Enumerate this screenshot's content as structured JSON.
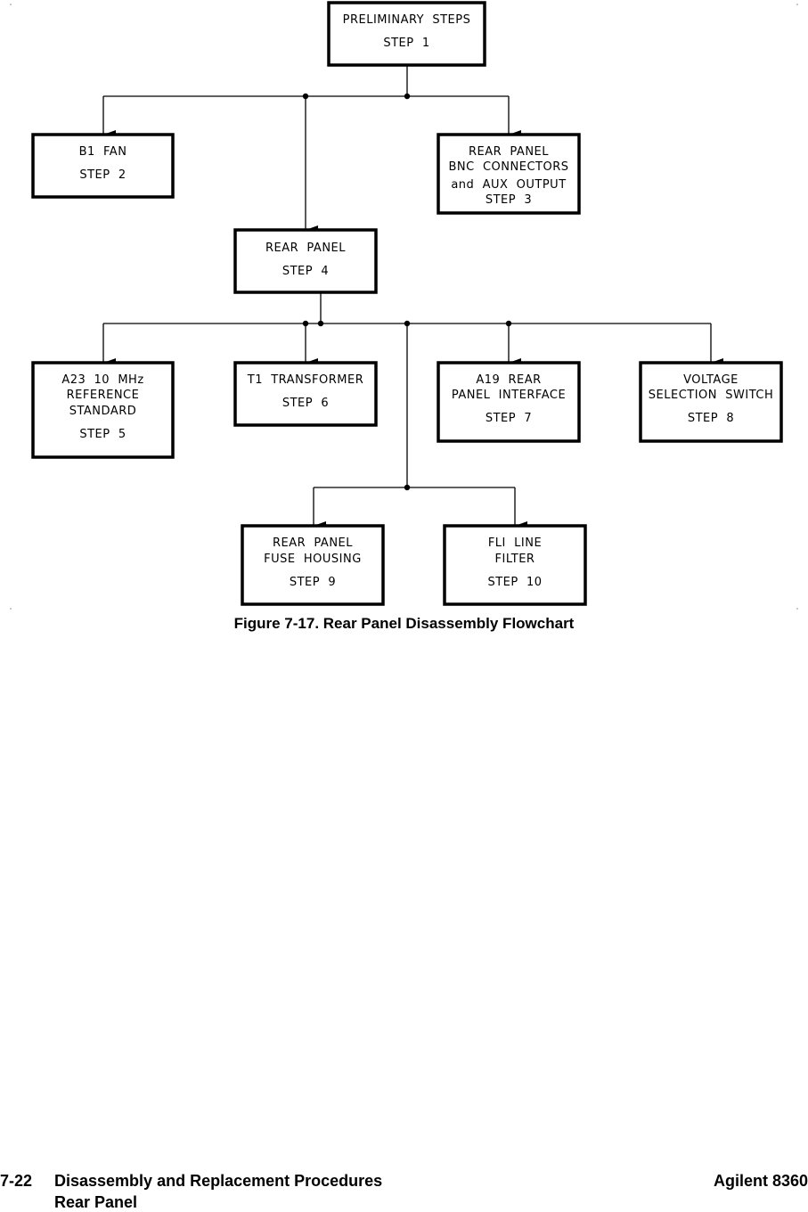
{
  "diagram": {
    "nodes": [
      {
        "id": "step1",
        "lines": [
          "PRELIMINARY  STEPS",
          "STEP  1"
        ]
      },
      {
        "id": "step2",
        "lines": [
          "B1  FAN",
          "STEP  2"
        ]
      },
      {
        "id": "step3",
        "lines": [
          "REAR  PANEL",
          "BNC  CONNECTORS",
          "and  AUX  OUTPUT",
          "STEP  3"
        ]
      },
      {
        "id": "step4",
        "lines": [
          "REAR  PANEL",
          "STEP  4"
        ]
      },
      {
        "id": "step5",
        "lines": [
          "A23  10  MHz",
          "REFERENCE",
          "STANDARD",
          "STEP  5"
        ]
      },
      {
        "id": "step6",
        "lines": [
          "T1  TRANSFORMER",
          "STEP  6"
        ]
      },
      {
        "id": "step7",
        "lines": [
          "A19  REAR",
          "PANEL  INTERFACE",
          "STEP  7"
        ]
      },
      {
        "id": "step8",
        "lines": [
          "VOLTAGE",
          "SELECTION  SWITCH",
          "STEP  8"
        ]
      },
      {
        "id": "step9",
        "lines": [
          "REAR  PANEL",
          "FUSE  HOUSING",
          "STEP  9"
        ]
      },
      {
        "id": "step10",
        "lines": [
          "FLI  LINE",
          "FILTER",
          "STEP  10"
        ]
      }
    ],
    "edges": [
      {
        "from": "step1",
        "to": "step2"
      },
      {
        "from": "step1",
        "to": "step3"
      },
      {
        "from": "step1",
        "to": "step4"
      },
      {
        "from": "step4",
        "to": "step5"
      },
      {
        "from": "step4",
        "to": "step6"
      },
      {
        "from": "step4",
        "to": "step7"
      },
      {
        "from": "step4",
        "to": "step8"
      },
      {
        "from": "step4",
        "to": "step9"
      },
      {
        "from": "step4",
        "to": "step10"
      }
    ]
  },
  "caption": "Figure 7-17. Rear Panel Disassembly Flowchart",
  "footer": {
    "page": "7-22",
    "section": "Disassembly and Replacement Procedures",
    "subsection": "Rear Panel",
    "product": "Agilent 8360"
  }
}
